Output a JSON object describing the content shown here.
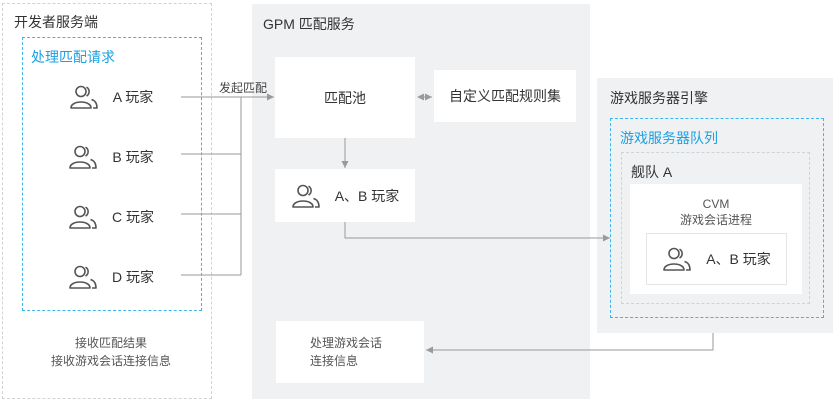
{
  "developer": {
    "title": "开发者服务端",
    "request_group_title": "处理匹配请求",
    "players": [
      "A 玩家",
      "B 玩家",
      "C 玩家",
      "D 玩家"
    ],
    "result_lines": [
      "接收匹配结果",
      "接收游戏会话连接信息"
    ]
  },
  "gpm": {
    "title": "GPM 匹配服务",
    "pool_label": "匹配池",
    "ruleset_label": "自定义匹配规则集",
    "matched_label": "A、B 玩家",
    "session_lines": [
      "处理游戏会话",
      "连接信息"
    ],
    "initiate_label": "发起匹配"
  },
  "engine": {
    "title": "游戏服务器引擎",
    "queue_title": "游戏服务器队列",
    "fleet_title": "舰队 A",
    "cvm_label": "CVM",
    "process_label": "游戏会话进程",
    "players_label": "A、B 玩家"
  },
  "colors": {
    "accent_blue": "#1ba1e2",
    "region_gray": "#eff1f3",
    "arrow_gray": "#9a9a9a"
  }
}
